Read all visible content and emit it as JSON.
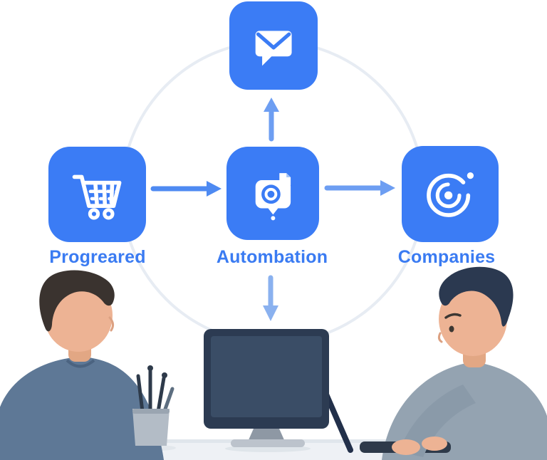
{
  "diagram": {
    "nodes": [
      {
        "icon": "envelope-icon",
        "label": ""
      },
      {
        "icon": "shopping-cart-icon",
        "label": "Progreared"
      },
      {
        "icon": "camera-icon",
        "label": "Autombation"
      },
      {
        "icon": "webcam-icon",
        "label": "Companies"
      }
    ],
    "colors": {
      "tile_blue": "#3B7CF5",
      "label_blue": "#3A7BF2",
      "arrow_blue": "#4E8AF2",
      "arrow_mid_blue": "#6D9EF2",
      "arrow_light_blue": "#8AB1EF",
      "ring_gray": "#E7ECF3"
    }
  }
}
